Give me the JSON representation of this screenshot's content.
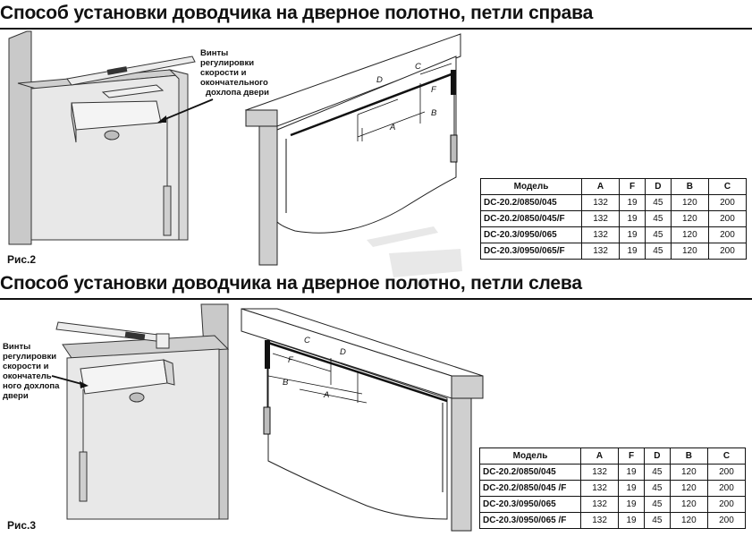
{
  "sections": [
    {
      "title": "Способ установки доводчика на дверное полотно, петли справа",
      "figure_label": "Рис.2",
      "callout_lines": [
        "Винты",
        "регулировки",
        "скорости и",
        "окончательного",
        "дохлопа двери"
      ],
      "dimension_labels": [
        "A",
        "B",
        "C",
        "D",
        "F"
      ],
      "table": {
        "headers": [
          "Модель",
          "A",
          "F",
          "D",
          "B",
          "C"
        ],
        "rows": [
          [
            "DC-20.2/0850/045",
            "132",
            "19",
            "45",
            "120",
            "200"
          ],
          [
            "DC-20.2/0850/045/F",
            "132",
            "19",
            "45",
            "120",
            "200"
          ],
          [
            "DC-20.3/0950/065",
            "132",
            "19",
            "45",
            "120",
            "200"
          ],
          [
            "DC-20.3/0950/065/F",
            "132",
            "19",
            "45",
            "120",
            "200"
          ]
        ]
      }
    },
    {
      "title": "Способ установки доводчика на дверное полотно, петли слева",
      "figure_label": "Рис.3",
      "callout_lines": [
        "Винты",
        "регулировки",
        "скорости и",
        "окончатель-",
        "ного дохлопа",
        "двери"
      ],
      "dimension_labels": [
        "A",
        "B",
        "C",
        "D",
        "F"
      ],
      "table": {
        "headers": [
          "Модель",
          "A",
          "F",
          "D",
          "B",
          "C"
        ],
        "rows": [
          [
            "DC-20.2/0850/045",
            "132",
            "19",
            "45",
            "120",
            "200"
          ],
          [
            "DC-20.2/0850/045 /F",
            "132",
            "19",
            "45",
            "120",
            "200"
          ],
          [
            "DC-20.3/0950/065",
            "132",
            "19",
            "45",
            "120",
            "200"
          ],
          [
            "DC-20.3/0950/065 /F",
            "132",
            "19",
            "45",
            "120",
            "200"
          ]
        ]
      }
    }
  ]
}
